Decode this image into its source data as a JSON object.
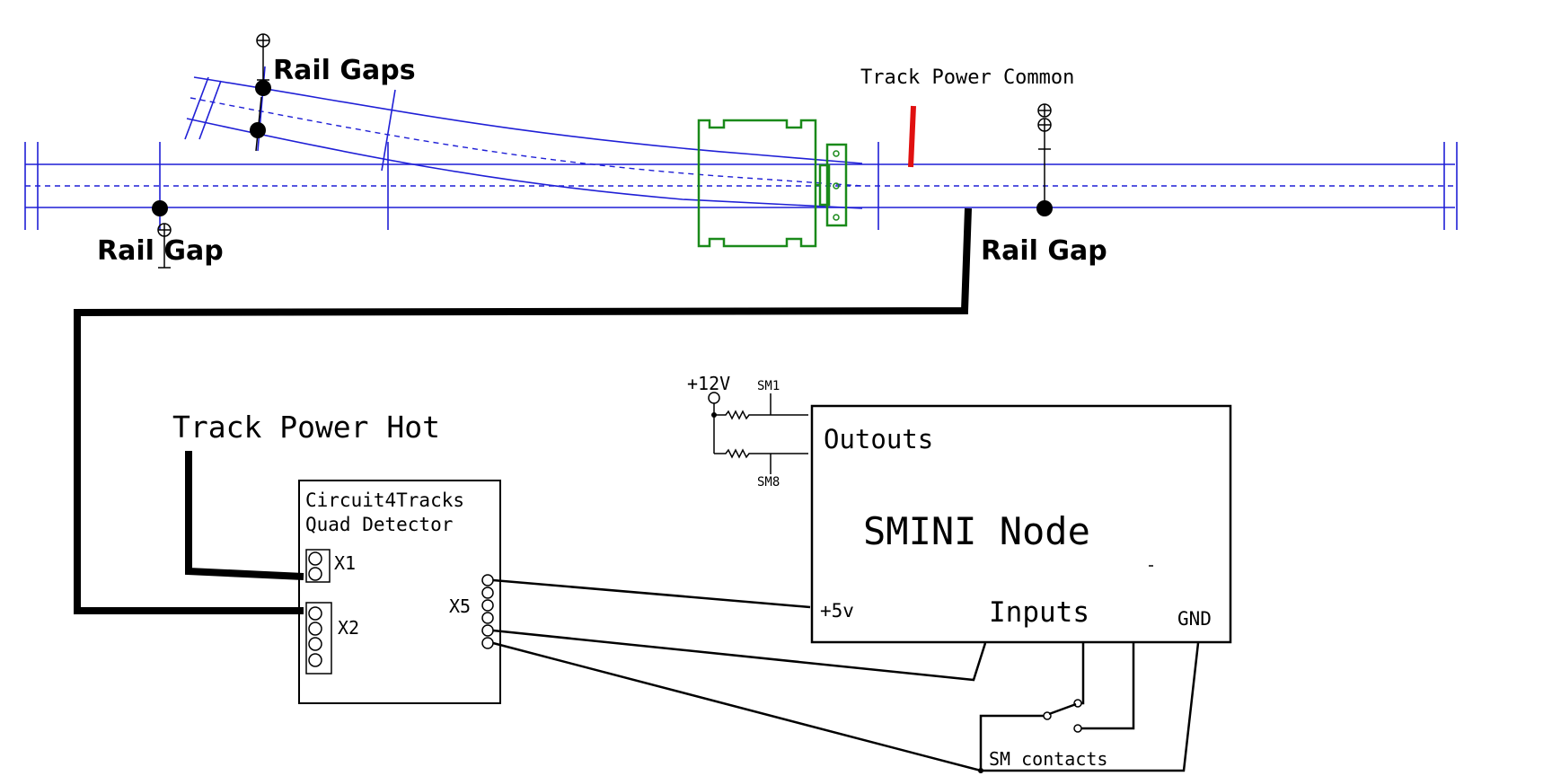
{
  "labels": {
    "rail_gaps": "Rail Gaps",
    "rail_gap_left": "Rail Gap",
    "rail_gap_right": "Rail Gap",
    "track_power_common": "Track Power Common",
    "track_power_hot": "Track Power Hot",
    "detector_line1": "Circuit4Tracks",
    "detector_line2": "Quad Detector",
    "x1": "X1",
    "x2": "X2",
    "x5": "X5",
    "plus12v": "+12V",
    "sm1": "SM1",
    "sm8": "SM8",
    "outputs": "Outouts",
    "smini_node": "SMINI Node",
    "plus5v": "+5v",
    "inputs": "Inputs",
    "gnd": "GND",
    "sm_contacts": "SM contacts"
  },
  "colors": {
    "track": "#1f1fd6",
    "switch_motor": "#1a8a1a",
    "power_common_marker": "#e01010",
    "wire": "#000000"
  }
}
